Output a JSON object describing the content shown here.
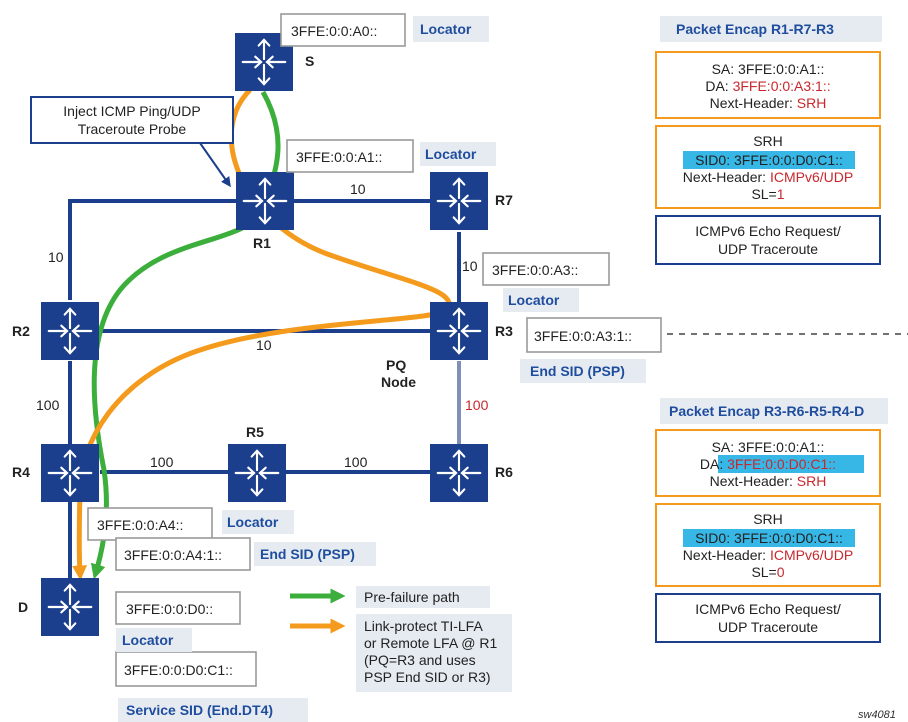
{
  "routers": {
    "S": {
      "label": "S"
    },
    "R1": {
      "label": "R1"
    },
    "R7": {
      "label": "R7"
    },
    "R2": {
      "label": "R2"
    },
    "R3": {
      "label": "R3"
    },
    "R4": {
      "label": "R4"
    },
    "R5": {
      "label": "R5"
    },
    "R6": {
      "label": "R6"
    },
    "D": {
      "label": "D"
    }
  },
  "pq_node": {
    "line1": "PQ",
    "line2": "Node"
  },
  "link_metrics": {
    "r1_r7": "10",
    "r2_r1": "10",
    "r7_r3": "10",
    "r2_r3": "10",
    "r2_r4": "100",
    "r3_r6": "100",
    "r4_r5": "100",
    "r5_r6": "100"
  },
  "addresses": {
    "s_locator": "3FFE:0:0:A0::",
    "r1_locator": "3FFE:0:0:A1::",
    "r3_locator": "3FFE:0:0:A3::",
    "r3_end_sid": "3FFE:0:0:A3:1::",
    "r4_locator": "3FFE:0:0:A4::",
    "r4_end_sid": "3FFE:0:0:A4:1::",
    "d_locator": "3FFE:0:0:D0::",
    "d_service_sid": "3FFE:0:0:D0:C1::"
  },
  "tags": {
    "locator": "Locator",
    "end_sid_psp": "End SID (PSP)",
    "service_sid": "Service SID (End.DT4)"
  },
  "callout": {
    "line1": "Inject ICMP Ping/UDP",
    "line2": "Traceroute Probe"
  },
  "encap1": {
    "title": "Packet Encap R1-R7-R3",
    "sa_label": "SA: ",
    "sa_value": "3FFE:0:0:A1::",
    "da_label": "DA: ",
    "da_value": "3FFE:0:0:A3:1::",
    "nh_label": "Next-Header: ",
    "nh_value": "SRH",
    "srh_title": "SRH",
    "sid0": "SID0: 3FFE:0:0:D0:C1::",
    "srh_nh_label": "Next-Header: ",
    "srh_nh_value": "ICMPv6/UDP",
    "sl_label": "SL=",
    "sl_value": "1",
    "payload_line1": "ICMPv6 Echo Request/",
    "payload_line2": "UDP Traceroute"
  },
  "encap2": {
    "title": "Packet Encap R3-R6-R5-R4-D",
    "sa_label": "SA: ",
    "sa_value": "3FFE:0:0:A1::",
    "da_label": "DA: ",
    "da_value": "3FFE:0:0:D0:C1::",
    "nh_label": "Next-Header: ",
    "nh_value": "SRH",
    "srh_title": "SRH",
    "sid0": "SID0: 3FFE:0:0:D0:C1::",
    "srh_nh_label": "Next-Header: ",
    "srh_nh_value": "ICMPv6/UDP",
    "sl_label": "SL=",
    "sl_value": "0",
    "payload_line1": "ICMPv6 Echo Request/",
    "payload_line2": "UDP Traceroute"
  },
  "legend": {
    "prefailure": "Pre-failure path",
    "lfa_line1": "Link-protect TI-LFA",
    "lfa_line2": "or Remote LFA @ R1",
    "lfa_line3": "(PQ=R3 and uses",
    "lfa_line4": "PSP End SID or R3)"
  },
  "watermark": "sw4081",
  "colors": {
    "router": "#1b3f8c",
    "link": "#1b3f8c",
    "prefailure": "#3cae3c",
    "lfa": "#f49b1e",
    "highlight": "#37b7e6",
    "red": "#c8282d",
    "tag_bg": "#e6ebf2",
    "tag_text": "#1f4d9e",
    "encap_border": "#f49b1e",
    "payload_border": "#1b3f8c"
  }
}
